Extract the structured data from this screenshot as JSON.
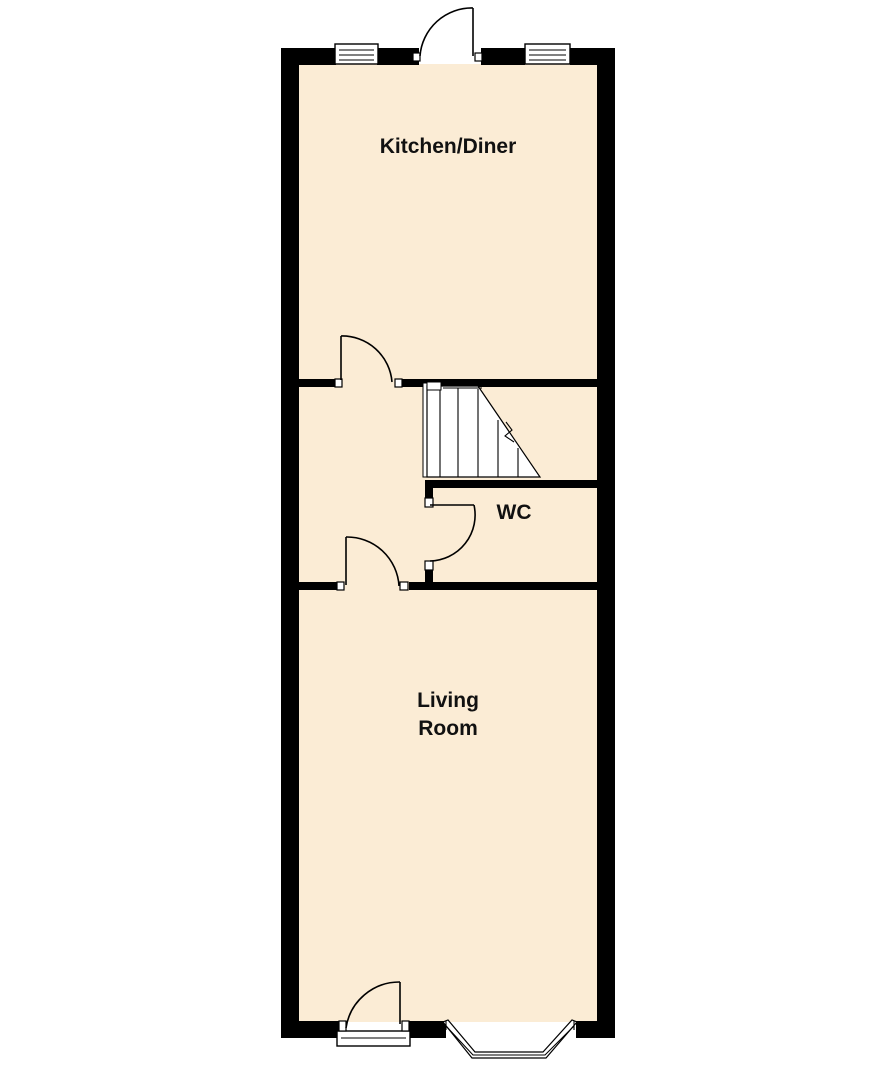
{
  "rooms": {
    "kitchen": "Kitchen/Diner",
    "wc": "WC",
    "living_line1": "Living",
    "living_line2": "Room"
  },
  "colors": {
    "floor": "#fbecd5",
    "wall": "#000000"
  }
}
